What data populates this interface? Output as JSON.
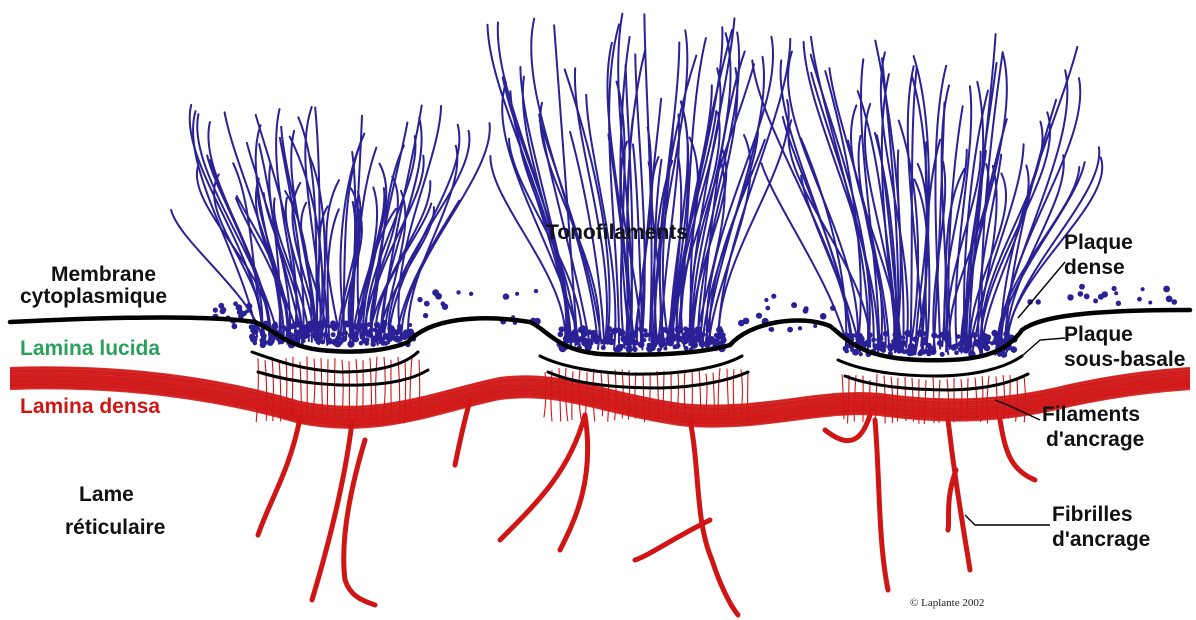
{
  "labels": {
    "membrane": [
      "Membrane",
      "cytoplasmique"
    ],
    "lamina_lucida": "Lamina lucida",
    "lamina_densa": "Lamina densa",
    "lame_reticulaire": [
      "Lame",
      "réticulaire"
    ],
    "tonofilaments": "Tonofilaments",
    "plaque_dense": [
      "Plaque",
      "dense"
    ],
    "plaque_sous_basale": [
      "Plaque",
      "sous-basale"
    ],
    "filaments_ancrage": [
      "Filaments",
      "d'ancrage"
    ],
    "fibrilles_ancrage": [
      "Fibrilles",
      "d'ancrage"
    ]
  },
  "copyright": "© Laplante 2002",
  "colors": {
    "tonofilament": "#2a2196",
    "lamina_densa": "#d01515",
    "lamina_lucida_label": "#2aa05a",
    "membrane": "#000000"
  }
}
